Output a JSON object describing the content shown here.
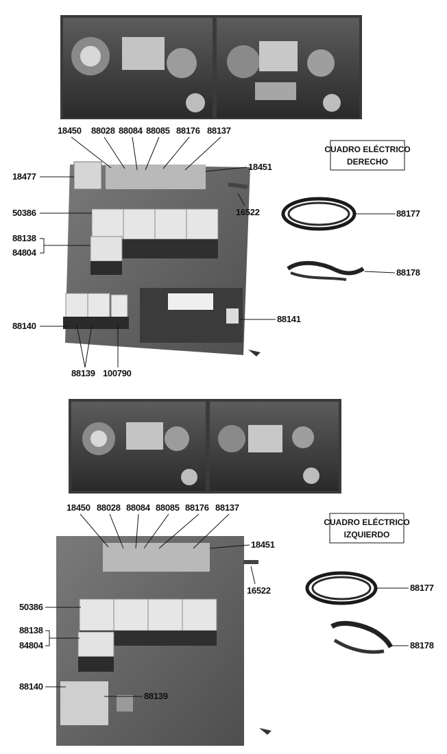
{
  "panels": [
    {
      "title": [
        "CUADRO ELÉCTRICO",
        "DERECHO"
      ],
      "labels": {
        "p18450": "18450",
        "p88028": "88028",
        "p88084": "88084",
        "p88085": "88085",
        "p88176": "88176",
        "p88137": "88137",
        "p18451": "18451",
        "p18477": "18477",
        "p16522": "16522",
        "p50386": "50386",
        "p88138": "88138",
        "p84804": "84804",
        "p88140": "88140",
        "p88139": "88139",
        "p100790": "100790",
        "p88141": "88141",
        "p88177": "88177",
        "p88178": "88178"
      }
    },
    {
      "title": [
        "CUADRO ELÉCTRICO",
        "IZQUIERDO"
      ],
      "labels": {
        "p18450": "18450",
        "p88028": "88028",
        "p88084": "88084",
        "p88085": "88085",
        "p88176": "88176",
        "p88137": "88137",
        "p18451": "18451",
        "p16522": "16522",
        "p50386": "50386",
        "p88138": "88138",
        "p84804": "84804",
        "p88140": "88140",
        "p88139": "88139",
        "p88177": "88177",
        "p88178": "88178"
      }
    }
  ]
}
